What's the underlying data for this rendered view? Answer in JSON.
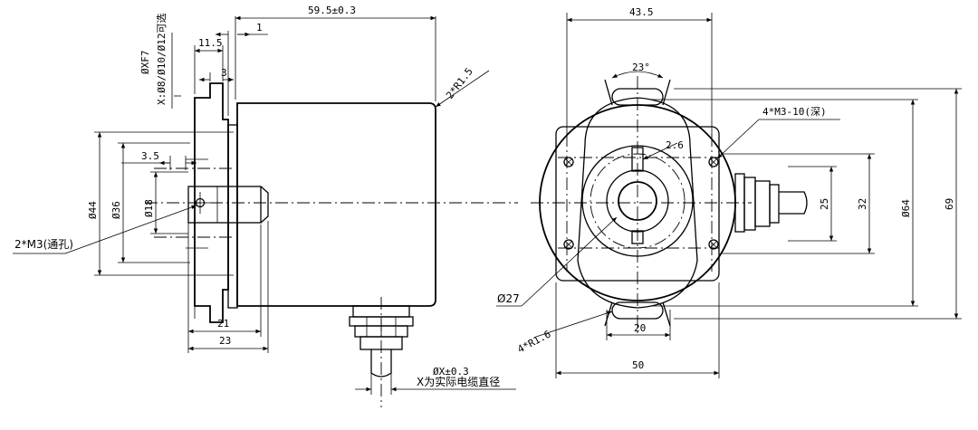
{
  "side_view": {
    "len_total": "59.5±0.3",
    "len_1": "1",
    "len_11_5": "11.5",
    "len_3": "3",
    "len_3_5": "3.5",
    "len_21": "21",
    "len_23": "23",
    "dia_shaft_fit": "ØXF7",
    "dia_options": "X:Ø8/Ø10/Ø12可选",
    "radius_corner": "2*R1.5",
    "dia_44": "Ø44",
    "dia_36": "Ø36",
    "dia_18": "Ø18",
    "holes_m3": "2*M3(通孔)",
    "cable_dia": "ØX±0.3",
    "cable_note": "X为实际电缆直径"
  },
  "front_view": {
    "width_43_5": "43.5",
    "angle_23": "23°",
    "holes_m3_10": "4*M3-10(深)",
    "dim_2_6": "2.6",
    "dia_27": "Ø27",
    "radius_r1_6": "4*R1.6",
    "dim_20": "20",
    "dim_50": "50",
    "dim_25": "25",
    "dim_32": "32",
    "dia_64": "Ø64",
    "dim_69": "69"
  }
}
